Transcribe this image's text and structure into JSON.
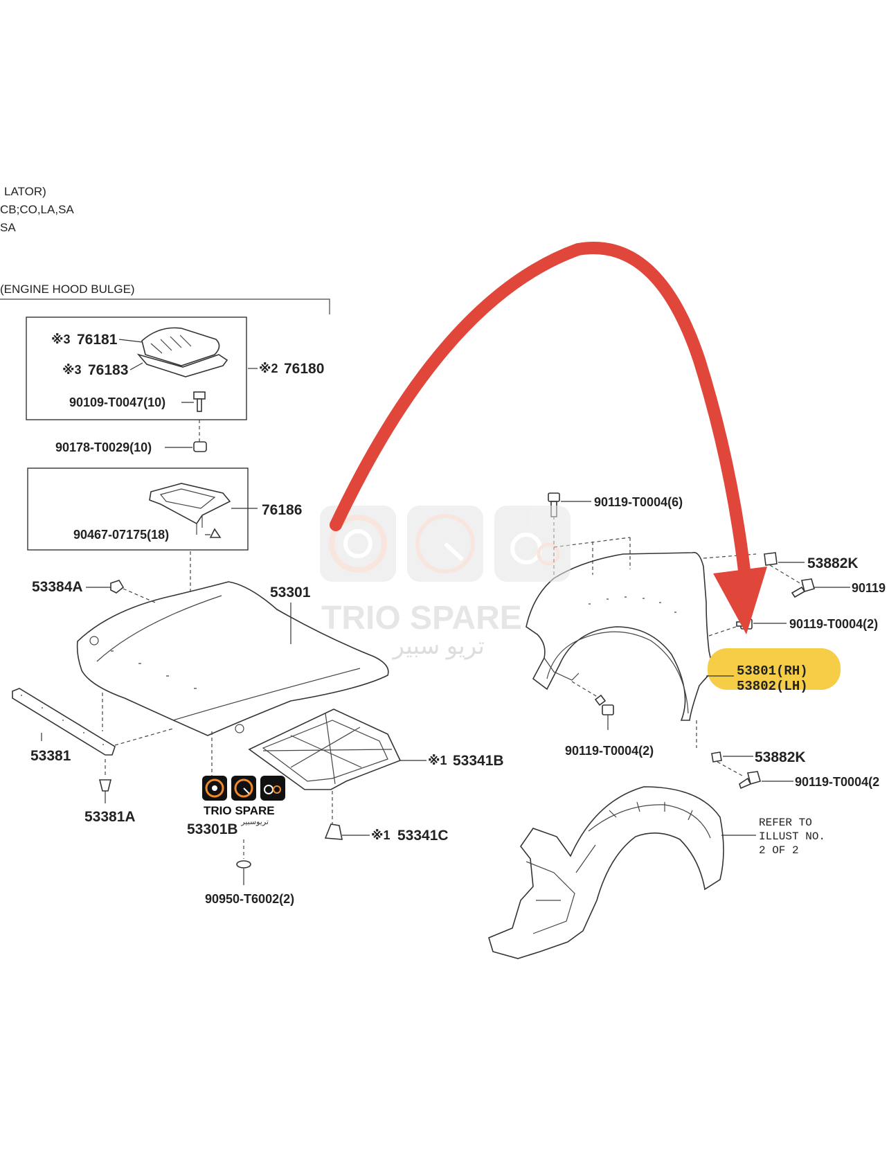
{
  "header_notes": [
    "LATOR)",
    "CB;CO,LA,SA",
    "SA"
  ],
  "section_title": "(ENGINE HOOD BULGE)",
  "bulge_box": {
    "parts": [
      {
        "prefix": "※3",
        "number": "76181"
      },
      {
        "prefix": "※3",
        "number": "76183"
      },
      {
        "prefix": "※2",
        "number": "76180"
      }
    ],
    "bolt": "90109-T0047(10)"
  },
  "nut": "90178-T0029(10)",
  "seal_box": {
    "part": "76186",
    "clip": "90467-07175(18)"
  },
  "hood": {
    "hood": "53301",
    "cushion": "53384A",
    "seal": "53381",
    "seal_clip": "53381A",
    "bumper": "53301B",
    "plug": "90950-T6002(2)",
    "insulator": {
      "prefix": "※1",
      "number": "53341B"
    },
    "insulator_clip": {
      "prefix": "※1",
      "number": "53341C"
    }
  },
  "fender": {
    "bolt_top": "90119-T0004(6)",
    "bracket_top": "53882K",
    "bolt_side": "90119",
    "bolt_mid": "90119-T0004(2)",
    "part_rh": "53801(RH)",
    "part_lh": "53802(LH)",
    "bolt_low": "90119-T0004(2)",
    "bracket_low": "53882K",
    "bolt_bottom": "90119-T0004(2"
  },
  "refer_note": [
    "REFER TO",
    "ILLUST NO.",
    "2 OF 2"
  ],
  "watermark": {
    "brand": "TRIO SPARE",
    "arabic": "تريو سبير",
    "arabic_small": "تريوسبير"
  },
  "colors": {
    "arrow": "#e0463a",
    "highlight": "#f6cd47"
  }
}
